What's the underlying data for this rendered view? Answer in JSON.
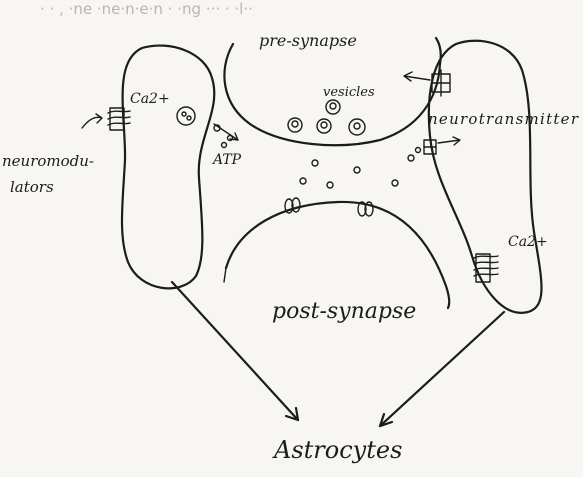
{
  "diagram": {
    "top_partial_text": "· · , ·ne  ·ne·n·e·n  ·  ·ng ··· ·  ·l··",
    "labels": {
      "pre_synapse": "pre-synapse",
      "vesicles": "vesicles",
      "ca_left": "Ca2+",
      "ca_right": "Ca2+",
      "neuromodulators_line1": "neuromodu-",
      "neuromodulators_line2": "lators",
      "atp": "ATP",
      "neurotransmitter": "neurotransmitter",
      "post_synapse": "post-synapse",
      "astrocytes": "Astrocytes"
    },
    "colors": {
      "ink": "#1c1c1c",
      "paper": "#f7f6f3"
    }
  }
}
